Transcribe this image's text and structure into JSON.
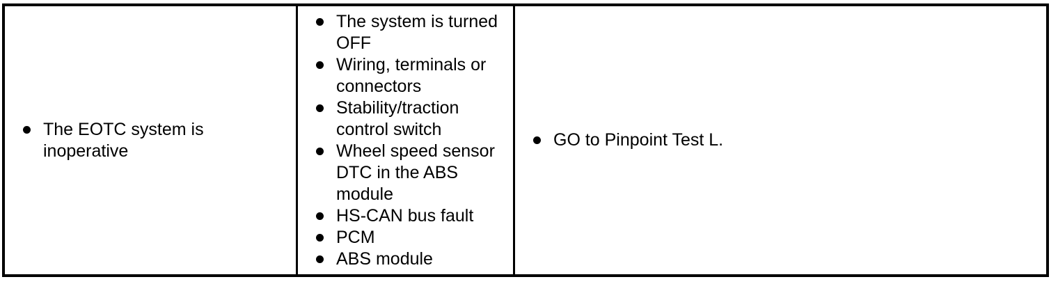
{
  "table": {
    "symptom": {
      "items": [
        "The EOTC system is inoperative"
      ]
    },
    "possible_sources": {
      "items": [
        "The system is turned OFF",
        "Wiring, terminals or connectors",
        "Stability/traction control switch",
        "Wheel speed sensor DTC in the ABS module",
        "HS-CAN bus fault",
        "PCM",
        "ABS module"
      ]
    },
    "action": {
      "items": [
        "GO to Pinpoint Test L."
      ]
    }
  },
  "colors": {
    "border": "#000000",
    "background": "#ffffff",
    "text": "#000000"
  }
}
